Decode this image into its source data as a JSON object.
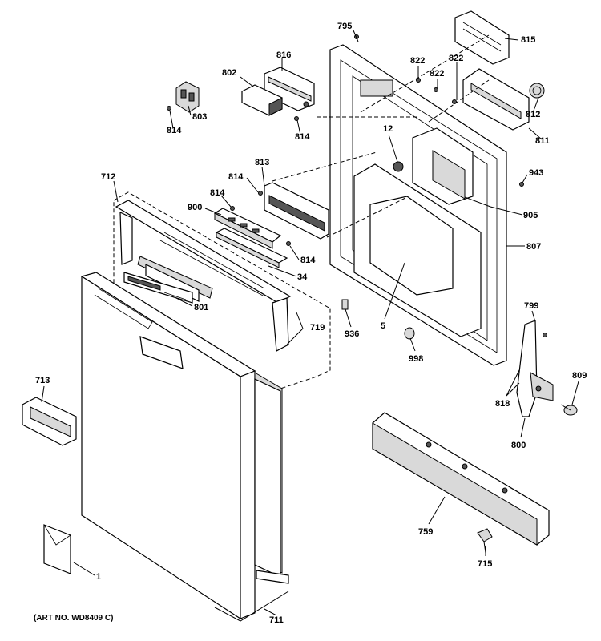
{
  "art_number": "(ART NO. WD8409 C)",
  "callouts": {
    "c795": "795",
    "c815": "815",
    "c816": "816",
    "c822a": "822",
    "c822b": "822",
    "c822c": "822",
    "c802": "802",
    "c803": "803",
    "c812": "812",
    "c814a": "814",
    "c814b": "814",
    "c814c": "814",
    "c814d": "814",
    "c814e": "814",
    "c12": "12",
    "c811": "811",
    "c813": "813",
    "c943": "943",
    "c712": "712",
    "c900": "900",
    "c905": "905",
    "c807": "807",
    "c34": "34",
    "c801": "801",
    "c719": "719",
    "c936": "936",
    "c5": "5",
    "c799": "799",
    "c998": "998",
    "c713": "713",
    "c818": "818",
    "c809": "809",
    "c800": "800",
    "c759": "759",
    "c715": "715",
    "c1": "1",
    "c711": "711"
  }
}
